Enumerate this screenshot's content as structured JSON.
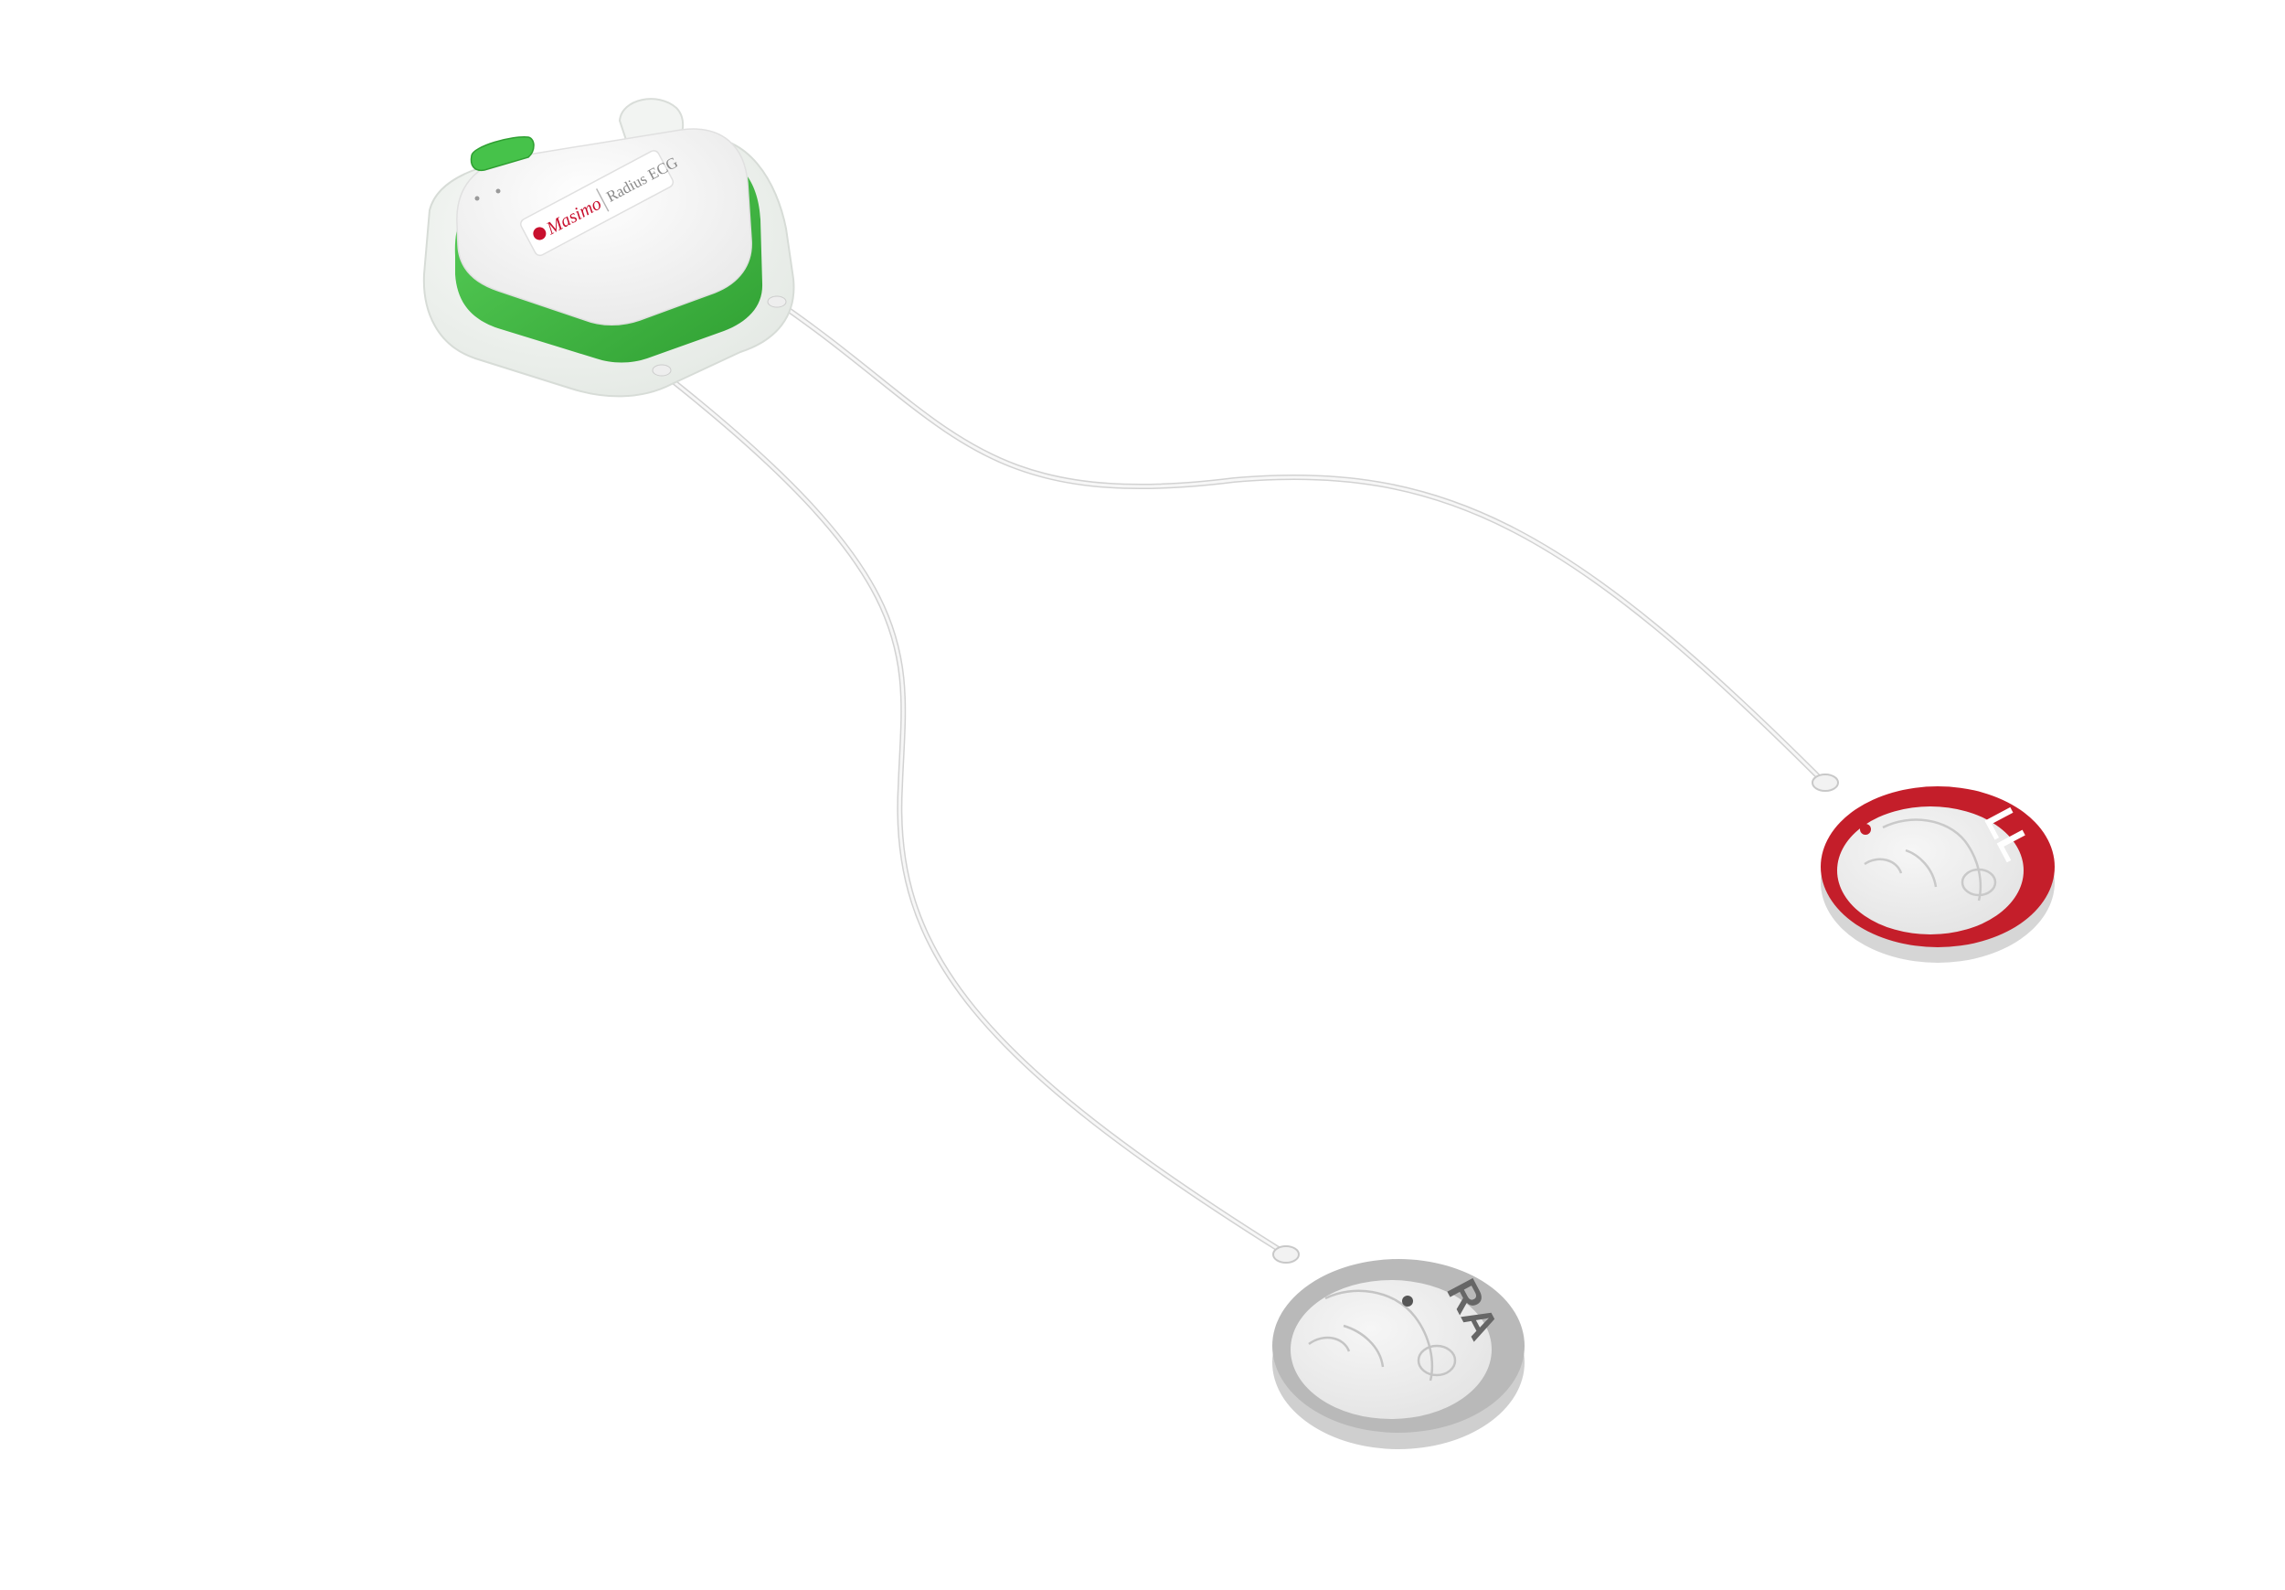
{
  "device": {
    "brand": "Masimo",
    "product": "Radius ECG"
  },
  "electrodes": [
    {
      "label": "LL",
      "color": "#c41e2a"
    },
    {
      "label": "RA",
      "color": "#b9b9b9"
    }
  ],
  "colors": {
    "accent_green": "#3dba3f",
    "device_body": "#fafafa",
    "patch": "#f1f3f1",
    "cable": "#e6e6e6",
    "brand_red": "#c8102e"
  }
}
